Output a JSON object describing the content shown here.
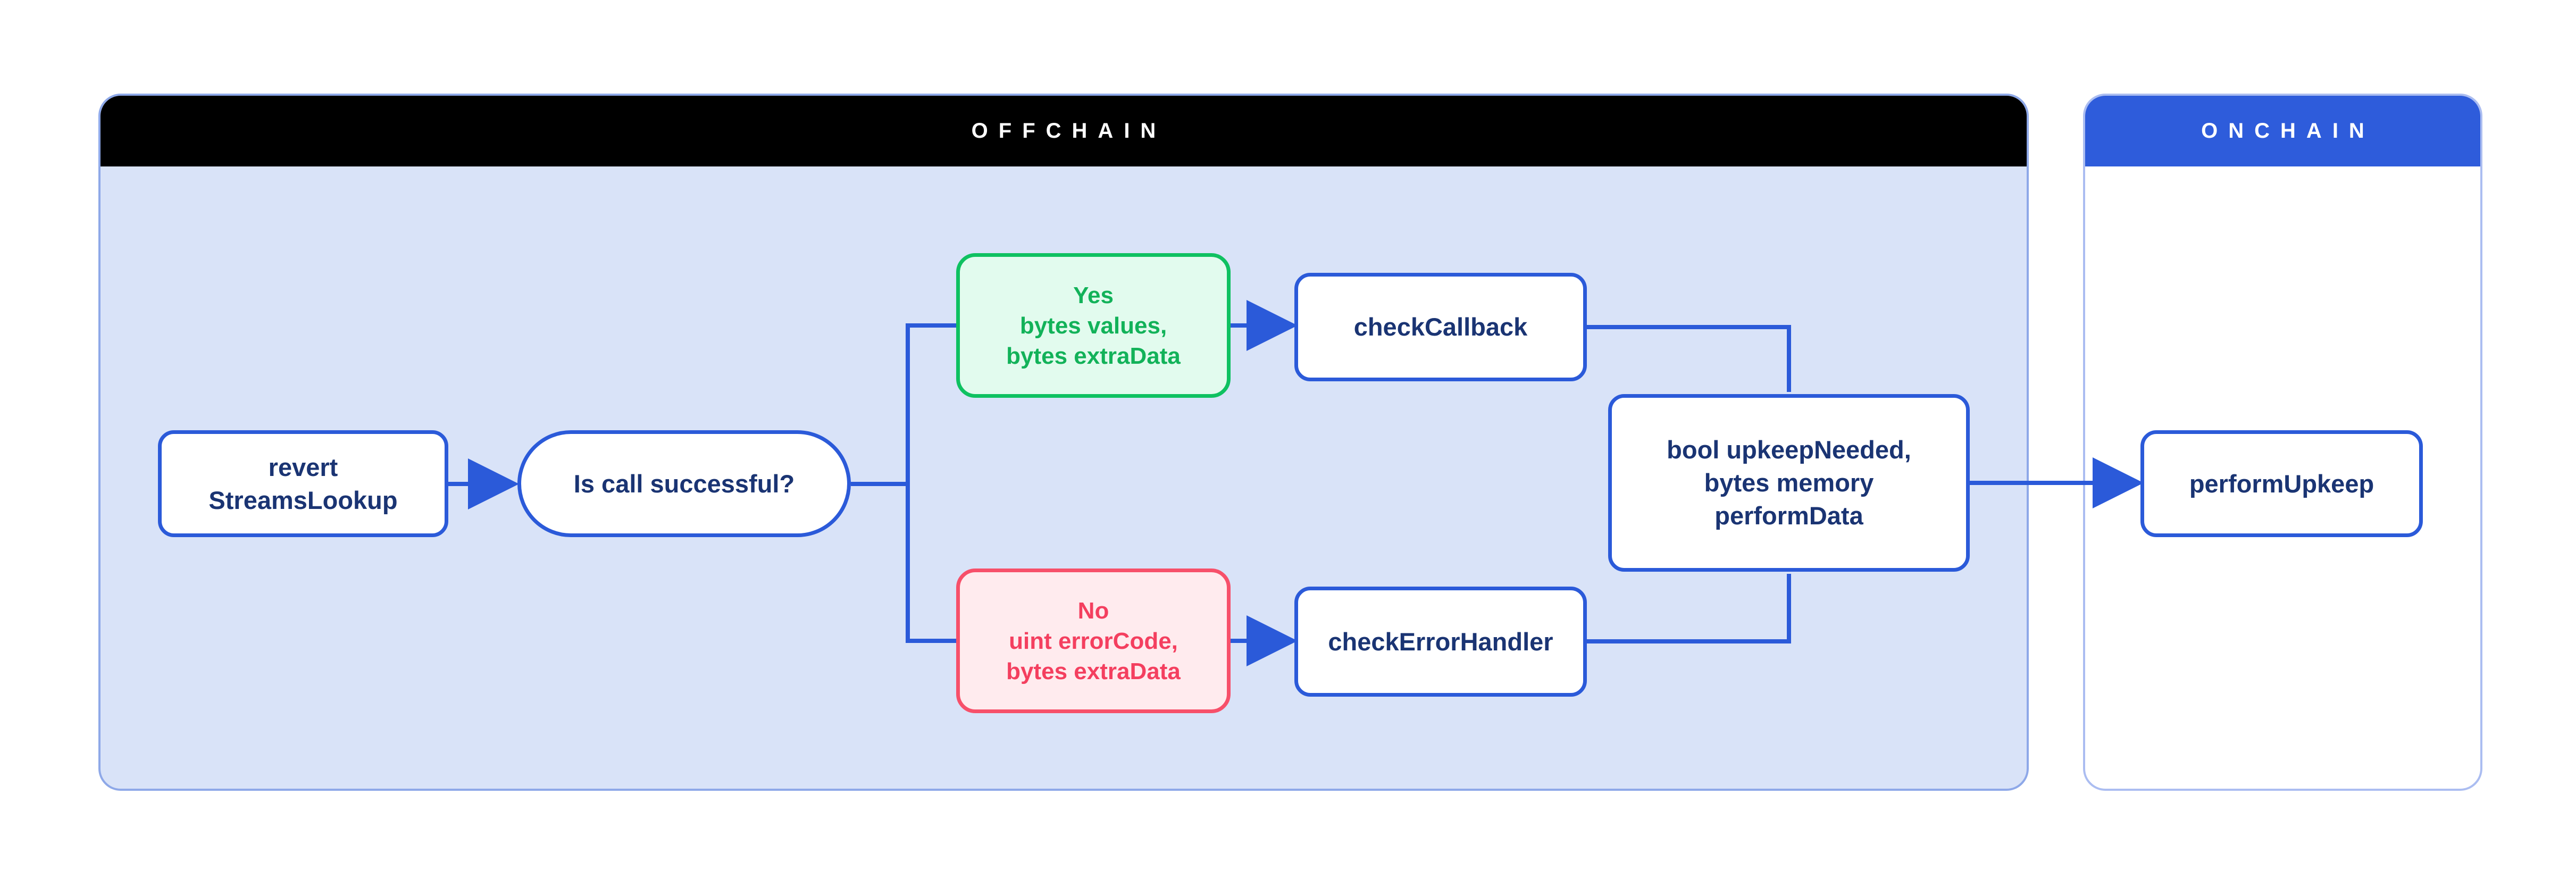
{
  "diagram": {
    "panels": {
      "offchain": {
        "title": "OFFCHAIN"
      },
      "onchain": {
        "title": "ONCHAIN"
      }
    },
    "nodes": {
      "revert": {
        "lines": [
          "revert",
          "StreamsLookup"
        ]
      },
      "question": {
        "label": "Is call successful?"
      },
      "yes": {
        "lines": [
          "Yes",
          "bytes values,",
          "bytes extraData"
        ]
      },
      "no": {
        "lines": [
          "No",
          "uint errorCode,",
          "bytes extraData"
        ]
      },
      "check_callback": {
        "label": "checkCallback"
      },
      "check_error_handler": {
        "label": "checkErrorHandler"
      },
      "upkeep_result": {
        "lines": [
          "bool upkeepNeeded,",
          "bytes memory",
          "performData"
        ]
      },
      "perform_upkeep": {
        "label": "performUpkeep"
      }
    },
    "edges": [
      {
        "from": "revert StreamsLookup",
        "to": "Is call successful?",
        "arrow": true
      },
      {
        "from": "Is call successful?",
        "to": "Yes branch",
        "arrow": false
      },
      {
        "from": "Is call successful?",
        "to": "No branch",
        "arrow": false
      },
      {
        "from": "Yes branch",
        "to": "checkCallback",
        "arrow": true
      },
      {
        "from": "No branch",
        "to": "checkErrorHandler",
        "arrow": true
      },
      {
        "from": "checkCallback",
        "to": "bool upkeepNeeded, bytes memory performData",
        "arrow": false
      },
      {
        "from": "checkErrorHandler",
        "to": "bool upkeepNeeded, bytes memory performData",
        "arrow": false
      },
      {
        "from": "bool upkeepNeeded, bytes memory performData",
        "to": "performUpkeep",
        "arrow": true
      }
    ],
    "colors": {
      "connector_blue": "#2b5ad9",
      "node_text_navy": "#1a3473",
      "offchain_header": "#000000",
      "offchain_body": "#d9e3f8",
      "offchain_border": "#8ea8e8",
      "onchain_header": "#2e5cdb",
      "onchain_border": "#abbdf1",
      "yes_green": "#12b259",
      "yes_green_bg": "#e2fbee",
      "no_red": "#f43f5f",
      "no_red_bg": "#ffebee"
    }
  }
}
